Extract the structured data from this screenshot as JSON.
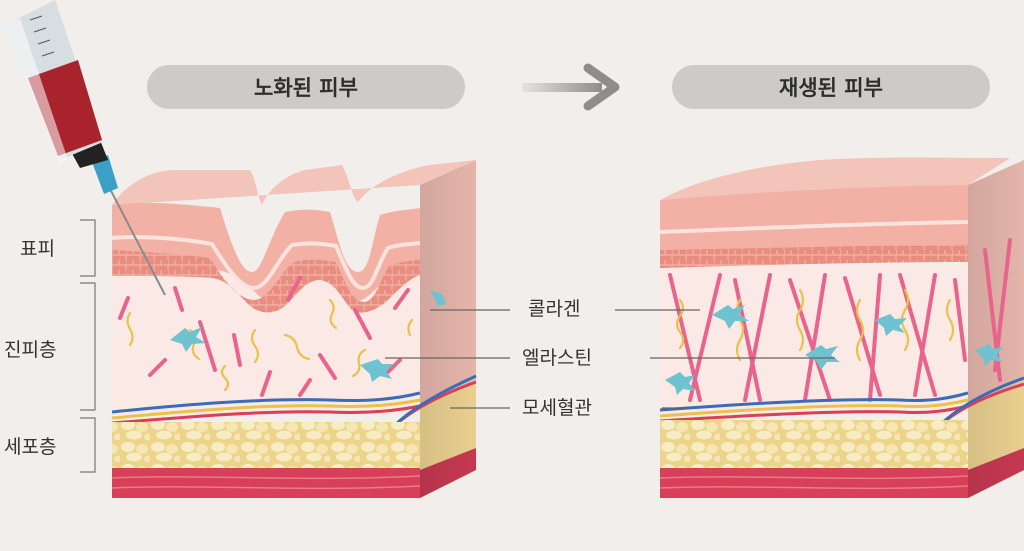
{
  "titles": {
    "aged_skin": "노화된 피부",
    "regenerated_skin": "재생된 피부"
  },
  "layers": {
    "epidermis": "표피",
    "dermis": "진피층",
    "subcutis": "세포층"
  },
  "callouts": {
    "collagen": "콜라겐",
    "elastin": "엘라스틴",
    "capillary": "모세혈관"
  },
  "colors": {
    "background": "#f1eeeb",
    "pill": "#cdcac8",
    "epidermis": "#f0b3a8",
    "dermis": "#fbe7e3",
    "collagen": "#e8648c",
    "elastin": "#e8c24a",
    "fibroblast": "#6fc3d0",
    "fat": "#f5e3a8",
    "muscle": "#d8405a"
  },
  "icons": {
    "syringe": "syringe-icon",
    "arrow": "arrow-right-icon"
  }
}
